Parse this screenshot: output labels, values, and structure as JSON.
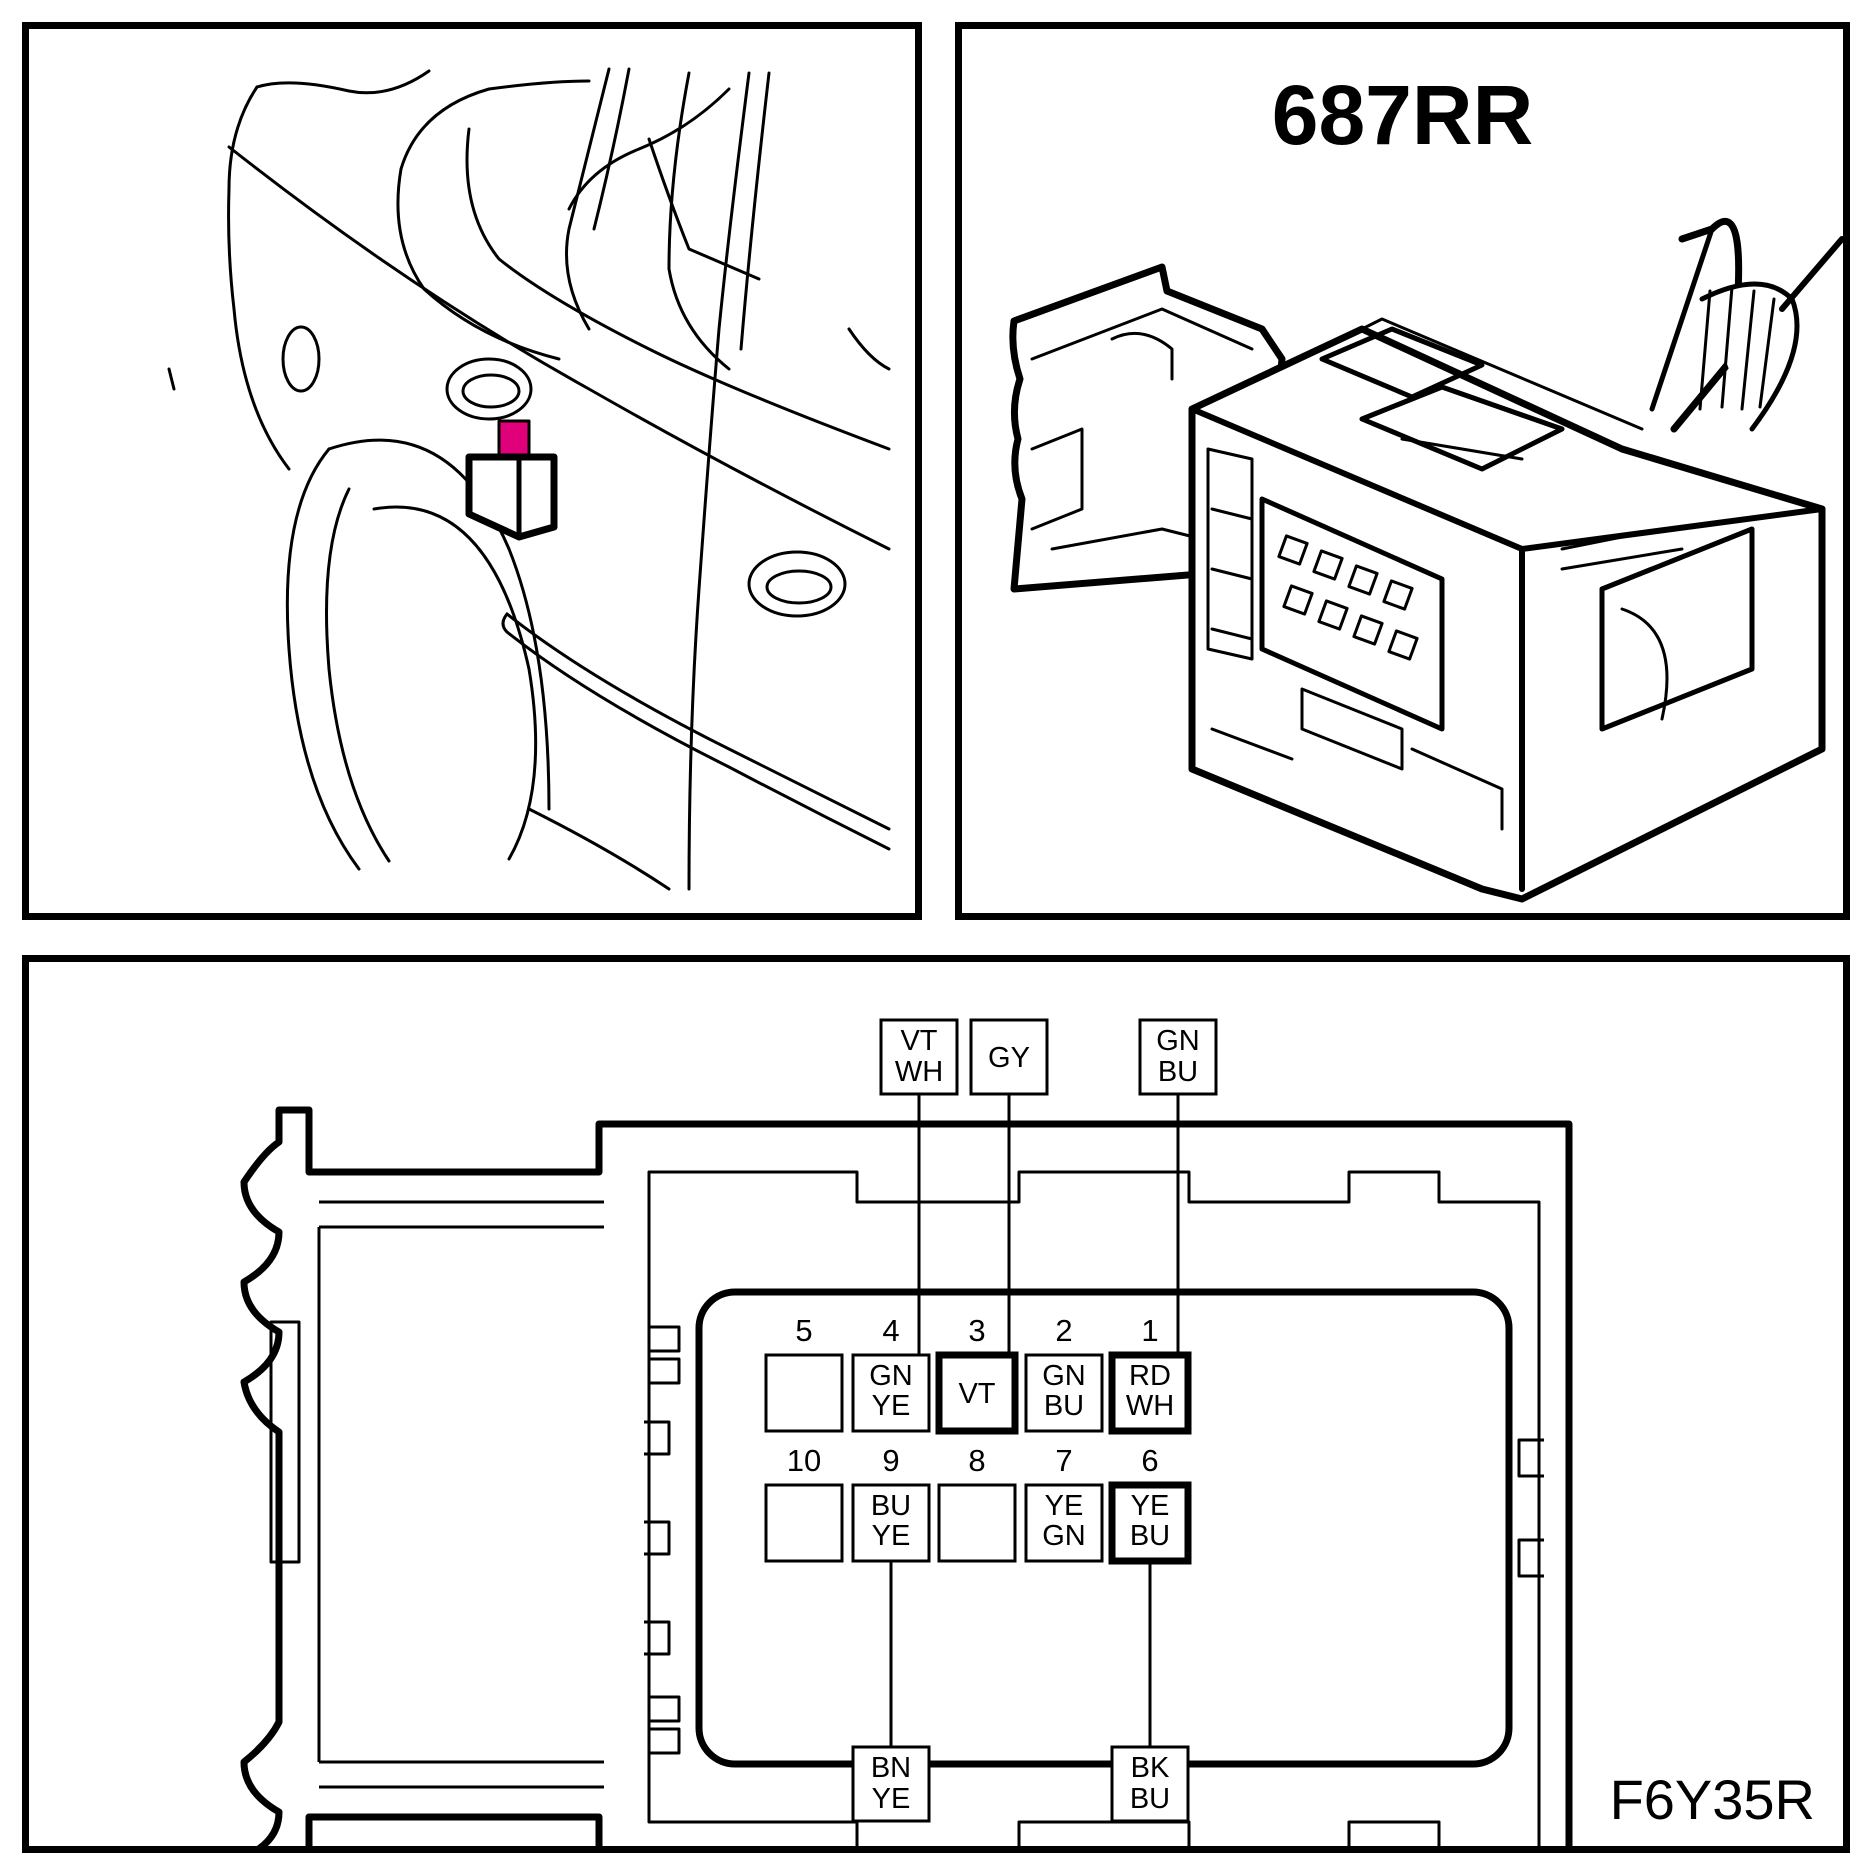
{
  "figure": {
    "connector_title": "687RR",
    "figure_code": "F6Y35R",
    "highlight_color": "#e0007a"
  },
  "pins": [
    {
      "num": "1",
      "code": [
        "RD",
        "WH"
      ],
      "bold": true
    },
    {
      "num": "2",
      "code": [
        "GN",
        "BU"
      ],
      "bold": false
    },
    {
      "num": "3",
      "code": [
        "VT"
      ],
      "bold": true
    },
    {
      "num": "4",
      "code": [
        "GN",
        "YE"
      ],
      "bold": false
    },
    {
      "num": "5",
      "code": [],
      "bold": false
    },
    {
      "num": "6",
      "code": [
        "YE",
        "BU"
      ],
      "bold": true
    },
    {
      "num": "7",
      "code": [
        "YE",
        "GN"
      ],
      "bold": false
    },
    {
      "num": "8",
      "code": [],
      "bold": false
    },
    {
      "num": "9",
      "code": [
        "BU",
        "YE"
      ],
      "bold": false
    },
    {
      "num": "10",
      "code": [],
      "bold": false
    }
  ],
  "wires": [
    {
      "pin": "4",
      "side": "top",
      "code": [
        "VT",
        "WH"
      ]
    },
    {
      "pin": "3",
      "side": "top",
      "code": [
        "GY"
      ]
    },
    {
      "pin": "1",
      "side": "top",
      "code": [
        "GN",
        "BU"
      ]
    },
    {
      "pin": "9",
      "side": "bottom",
      "code": [
        "BN",
        "YE"
      ]
    },
    {
      "pin": "6",
      "side": "bottom",
      "code": [
        "BK",
        "BU"
      ]
    }
  ]
}
